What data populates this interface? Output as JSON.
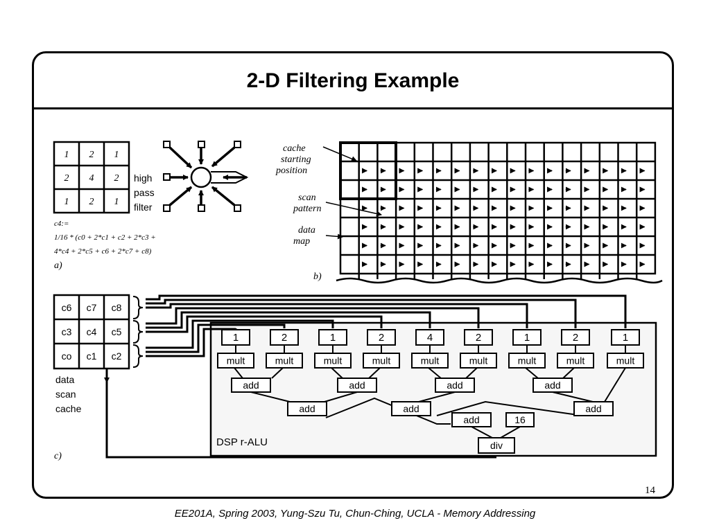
{
  "slide": {
    "title": "2-D Filtering Example",
    "page_number": "14",
    "footer": "EE201A, Spring 2003, Yung-Szu Tu, Chun-Ching, UCLA - Memory Addressing"
  },
  "panel_a": {
    "kernel": [
      [
        "1",
        "2",
        "1"
      ],
      [
        "2",
        "4",
        "2"
      ],
      [
        "1",
        "2",
        "1"
      ]
    ],
    "filter_label": [
      "high",
      "pass",
      "filter"
    ],
    "formula": [
      "c4:=",
      "1/16 * (c0 + 2*c1 + c2 + 2*c3 +",
      "4*c4 + 2*c5 + c6 + 2*c7 + c8)"
    ],
    "label": "a)"
  },
  "panel_b": {
    "labels": {
      "cache": [
        "cache",
        "starting",
        "position"
      ],
      "scan": [
        "scan",
        "pattern"
      ],
      "data": [
        "data",
        "map"
      ]
    },
    "label": "b)"
  },
  "panel_c": {
    "cache_cells": [
      [
        "c6",
        "c7",
        "c8"
      ],
      [
        "c3",
        "c4",
        "c5"
      ],
      [
        "co",
        "c1",
        "c2"
      ]
    ],
    "cache_label": [
      "data",
      "scan",
      "cache"
    ],
    "coefficients": [
      "1",
      "2",
      "1",
      "2",
      "4",
      "2",
      "1",
      "2",
      "1"
    ],
    "mult_label": "mult",
    "add_label": "add",
    "div_label": "div",
    "divisor": "16",
    "alu_label": "DSP  r-ALU",
    "label": "c)"
  }
}
